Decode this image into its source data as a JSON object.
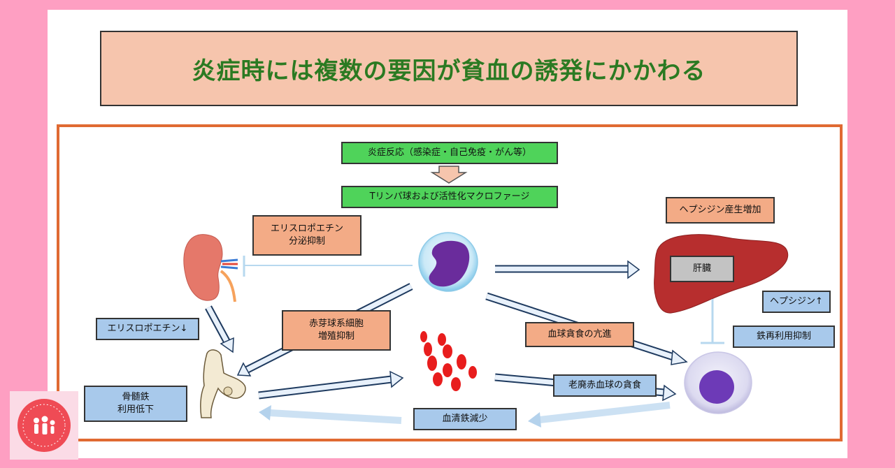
{
  "title": "炎症時には複数の要因が貧血の誘発にかかわる",
  "labels": {
    "inflammation": "炎症反応（感染症・自己免疫・がん等）",
    "t_macro": "Tリンパ球および活性化マクロファージ",
    "epo_suppress": "エリスロポエチン\n分泌抑制",
    "hepcidin_up": "ヘプシジン産生増加",
    "liver": "肝臓",
    "hepcidin_arrow": "ヘプシジン↑",
    "iron_reuse": "鉄再利用抑制",
    "epo_down": "エリスロポエチン↓",
    "erythroid": "赤芽球系細胞\n増殖抑制",
    "phago": "血球貪食の亢進",
    "marrow_iron": "骨髄鉄\n利用低下",
    "old_rbc": "老廃赤血球の貪食",
    "serum_iron": "血清鉄減少"
  },
  "colors": {
    "background": "#fe9fc2",
    "title_text": "#2b7a22",
    "title_box": "#f6c5ad",
    "frame": "#e06a32",
    "green": "#4fd35a",
    "salmon": "#f3ab86",
    "blue": "#a8c9eb"
  },
  "icons": [
    "kidney-icon",
    "lymphocyte-icon",
    "liver-icon",
    "bone-joint-icon",
    "red-blood-cells-icon",
    "macrophage-icon",
    "logo-icon"
  ]
}
